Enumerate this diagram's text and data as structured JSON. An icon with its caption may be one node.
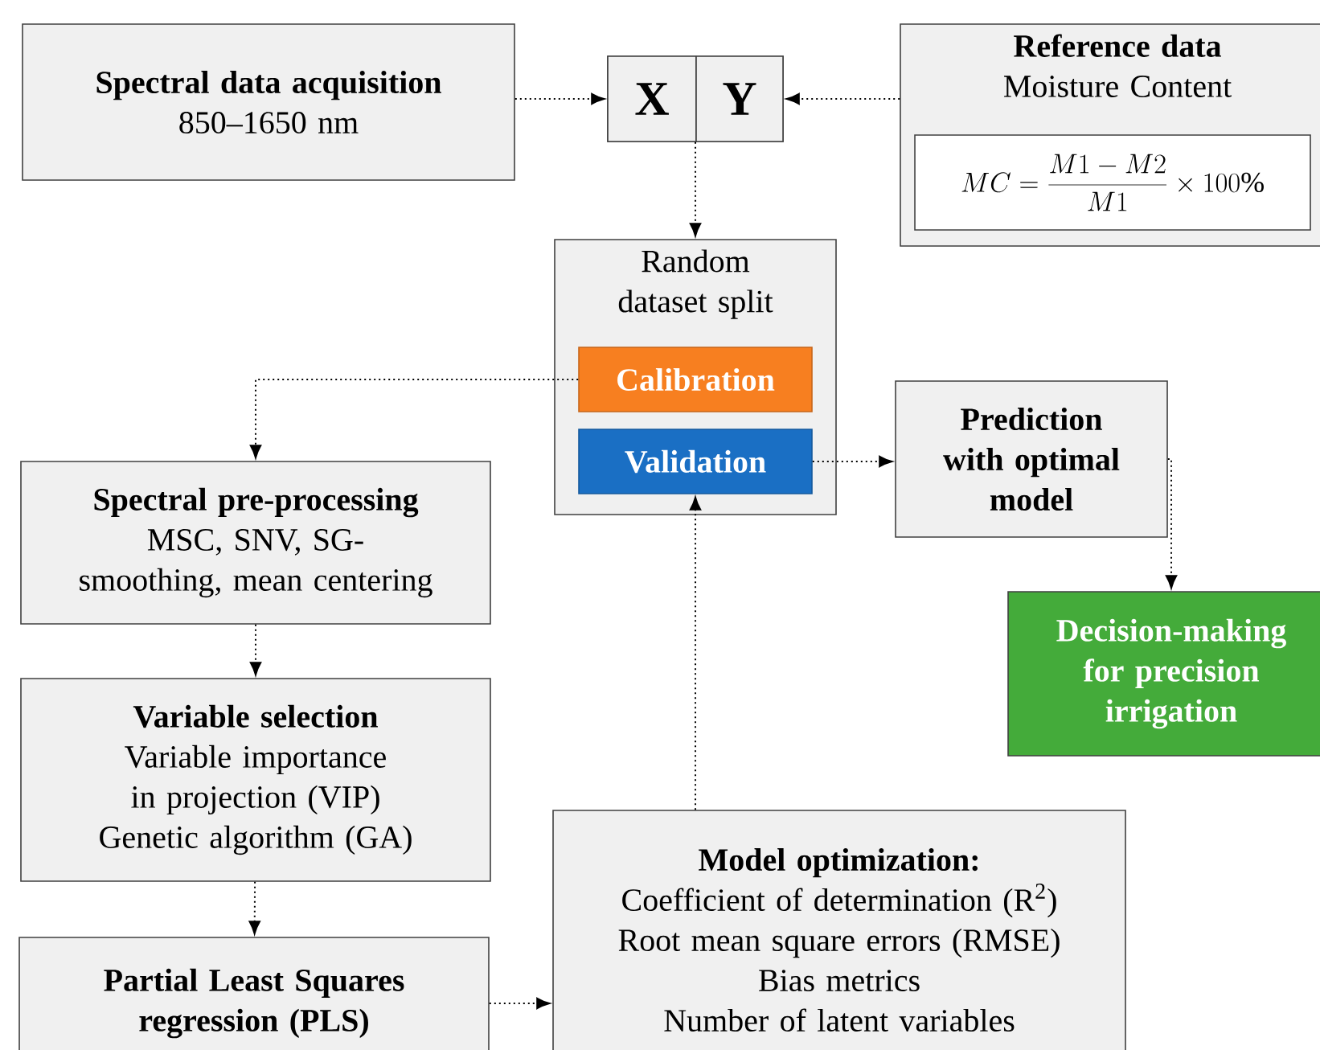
{
  "diagram": {
    "nodes": [
      {
        "text": [
          "Spectral data acquisition",
          "850–1650 nm"
        ]
      },
      {
        "text": [],
        "shape": "box"
      },
      {
        "text": [
          "X"
        ],
        "in": 1
      },
      {
        "text": [
          "Y"
        ],
        "in": 1
      },
      {
        "text": [
          "Reference data",
          "Moisture Content"
        ]
      },
      {
        "text": [
          "MC = \\frac{M1 - M2}{M1} \\times 100\\%"
        ],
        "in": 4
      },
      {
        "text": [
          "Random dataset split"
        ]
      },
      {
        "text": [
          "Calibration"
        ],
        "in": 6
      },
      {
        "text": [
          "Validation"
        ],
        "in": 6
      },
      {
        "text": [
          "Prediction with optimal model"
        ]
      },
      {
        "text": [
          "Decision-making for precision irrigation"
        ]
      },
      {
        "text": [
          "Spectral pre-processing",
          "MSC, SNV, SG-smoothing, mean centering"
        ]
      },
      {
        "text": [
          "Variable selection",
          "Variable importance in projection (VIP)",
          "Genetic algorithm (GA)"
        ]
      },
      {
        "text": [
          "Partial Least Squares regression (PLS)"
        ]
      },
      {
        "text": [
          "Model optimization:",
          "Coefficient of determination (R$^{2}$)",
          "Root mean square errors (RMSE)",
          "Bias metrics",
          "Number of latent variables"
        ]
      }
    ],
    "edges": [
      {
        "from": 0,
        "to": 2,
        "arrow": "to"
      },
      {
        "from": 4,
        "to": 3,
        "arrow": "to"
      },
      {
        "from": 1,
        "to": 6,
        "arrow": "to"
      },
      {
        "from": 7,
        "to": 11,
        "arrow": "to"
      },
      {
        "from": 8,
        "to": 9,
        "arrow": "to"
      },
      {
        "from": 9,
        "to": 10,
        "arrow": "to"
      },
      {
        "from": 11,
        "to": 12,
        "arrow": "to"
      },
      {
        "from": 12,
        "to": 13,
        "arrow": "to"
      },
      {
        "from": 13,
        "to": 14,
        "arrow": "to"
      },
      {
        "from": 14,
        "to": 8,
        "arrow": "to"
      }
    ]
  }
}
